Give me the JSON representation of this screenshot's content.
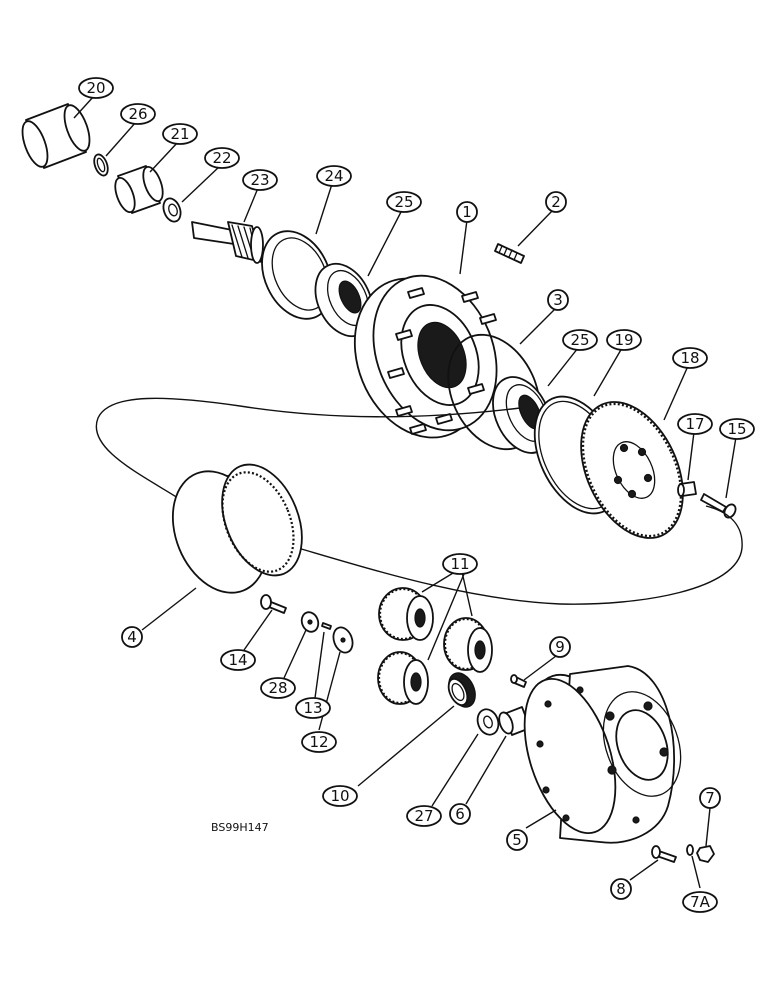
{
  "figure_ref": "BS99H147",
  "callouts": [
    "20",
    "26",
    "21",
    "22",
    "23",
    "24",
    "25",
    "1",
    "2",
    "3",
    "25",
    "19",
    "18",
    "17",
    "15",
    "4",
    "11",
    "14",
    "28",
    "13",
    "12",
    "9",
    "10",
    "27",
    "6",
    "5",
    "7",
    "8",
    "7A"
  ],
  "colors": {
    "ink": "#111111",
    "paper": "#ffffff"
  }
}
